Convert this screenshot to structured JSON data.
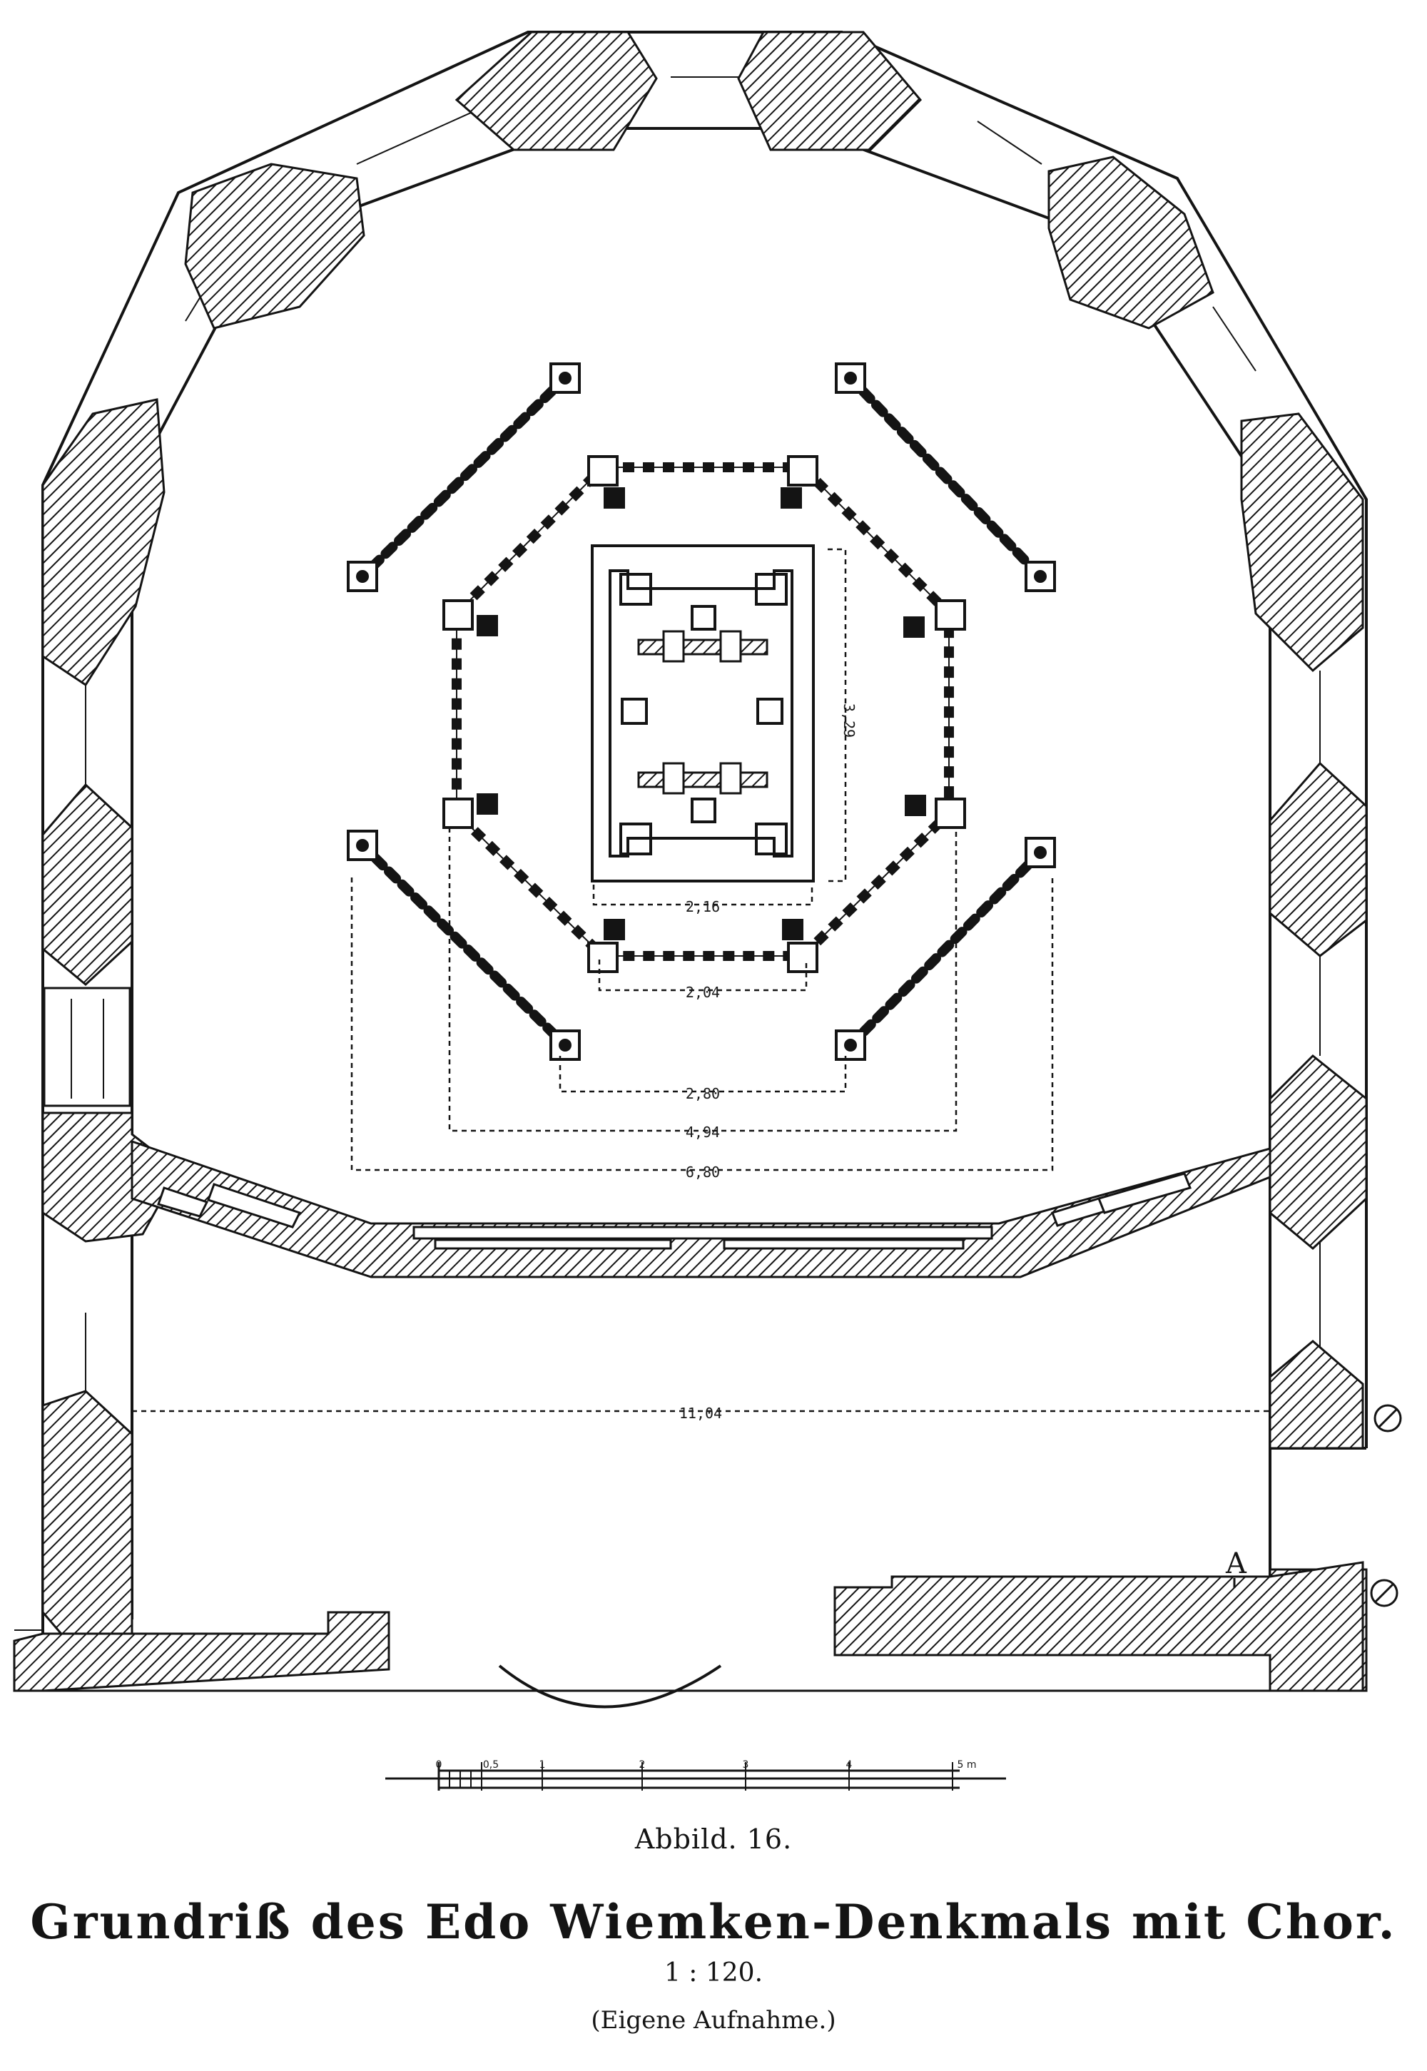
{
  "figure": {
    "label": "Abbild. 16.",
    "title": "Grundriß des Edo Wiemken-Denkmals mit Chor.",
    "scale": "1 : 120.",
    "source": "(Eigene Aufnahme.)"
  },
  "dimensions": {
    "d_329": "3,29",
    "d_216": "2,16",
    "d_204": "2,04",
    "d_280": "2,80",
    "d_494": "4,94",
    "d_680": "6,80",
    "d_1104": "11,04"
  },
  "point_marker": "A",
  "scale_bar": {
    "labels": [
      "0",
      "0,5",
      "1",
      "2",
      "3",
      "4",
      "5 m"
    ]
  },
  "colors": {
    "ink": "#141414",
    "paper": "#ffffff"
  }
}
